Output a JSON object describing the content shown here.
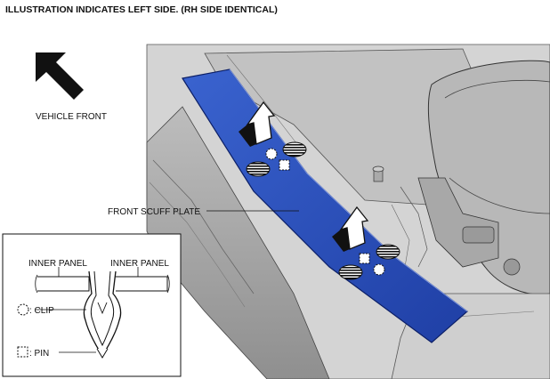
{
  "header": {
    "title": "ILLUSTRATION INDICATES LEFT SIDE. (RH SIDE IDENTICAL)"
  },
  "labels": {
    "vehicle_front": "VEHICLE FRONT",
    "front_scuff_plate": "FRONT SCUFF PLATE"
  },
  "inset": {
    "inner_panel_left": "INNER PANEL",
    "inner_panel_right": "INNER PANEL",
    "clip_label": ": CLIP",
    "pin_label": ": PIN"
  },
  "icons": {
    "direction_arrow": "vehicle-front-arrow-icon",
    "removal_arrow": "removal-direction-arrow-icon",
    "clip": "clip-dashed-circle-icon",
    "pin": "pin-dashed-square-icon",
    "hatched": "hatched-oval-icon"
  },
  "colors": {
    "scuff_plate": "#2a4fb8",
    "scuff_plate_edge": "#0c1f66",
    "interior_gray": "#c8c8c8",
    "line": "#111111"
  }
}
